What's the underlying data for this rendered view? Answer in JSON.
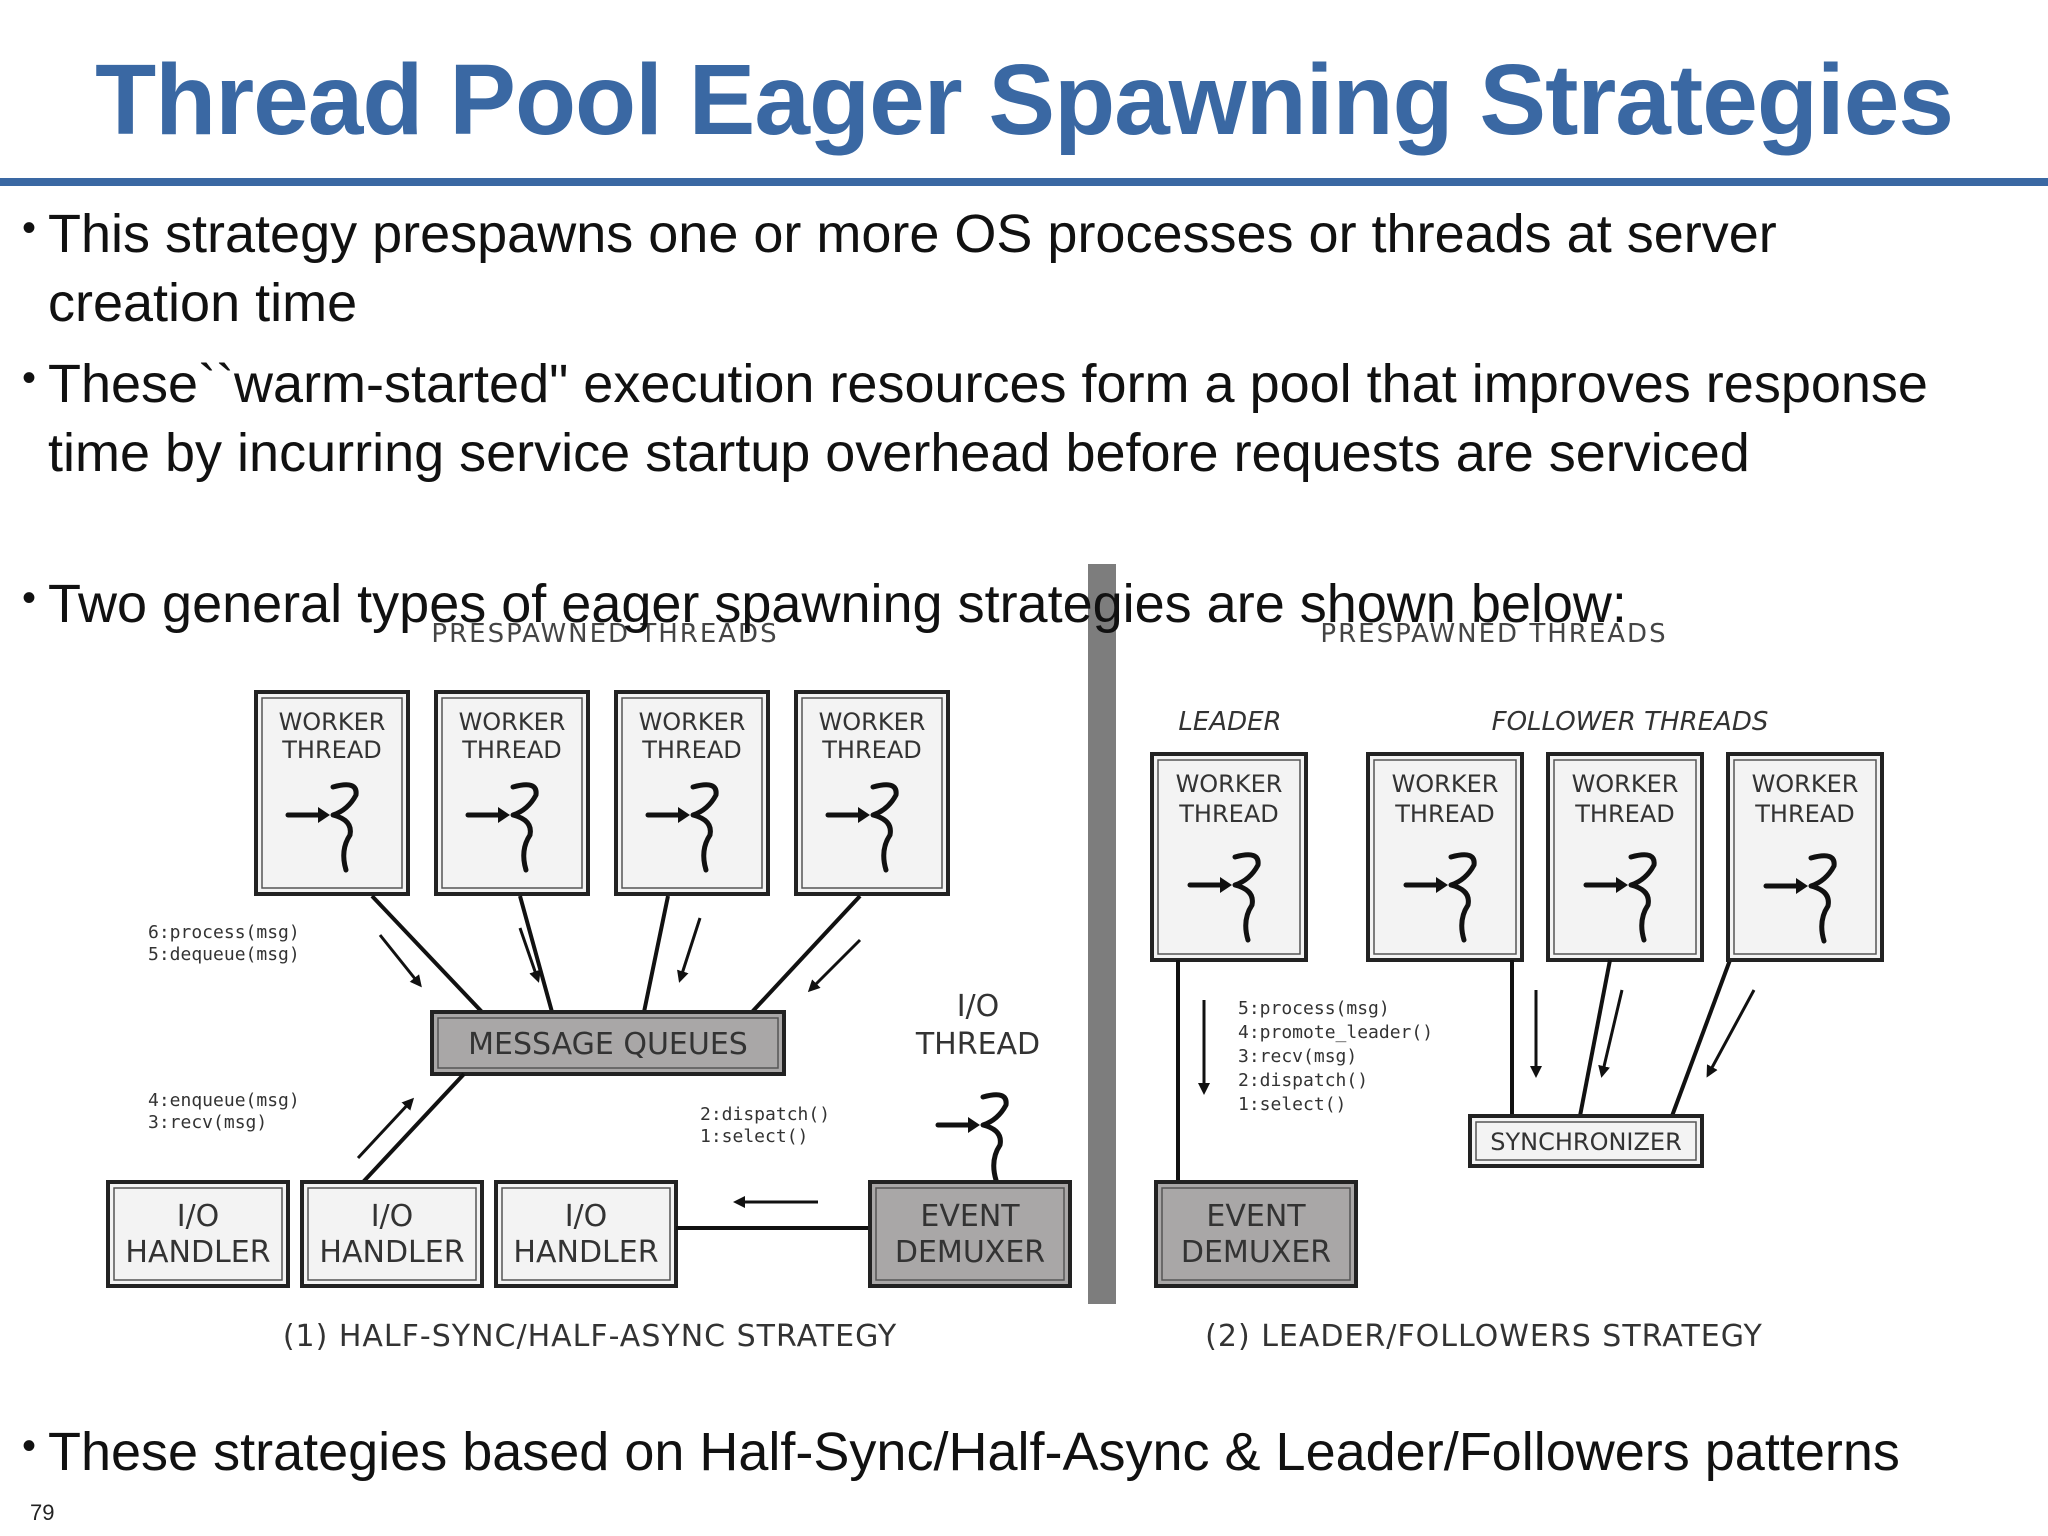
{
  "slide": {
    "title": "Thread Pool Eager Spawning Strategies",
    "page_number": "79"
  },
  "bullets": [
    "This strategy prespawns one or more OS processes or threads at server creation time",
    "These``warm-started\" execution resources form a pool that improves response time by incurring service startup overhead before requests are serviced",
    "Two general types of eager spawning strategies are shown below:",
    "These strategies based on Half-Sync/Half-Async & Leader/Followers patterns"
  ],
  "bullet_symbol": "•",
  "diagram": {
    "left": {
      "heading": "PRESPAWNED THREADS",
      "worker_line1": "WORKER",
      "worker_line2": "THREAD",
      "message_queues": "MESSAGE QUEUES",
      "io_thread_line1": "I/O",
      "io_thread_line2": "THREAD",
      "io_handler_line1": "I/O",
      "io_handler_line2": "HANDLER",
      "event_line1": "EVENT",
      "event_line2": "DEMUXER",
      "ops_top_1": "6:process(msg)",
      "ops_top_2": "5:dequeue(msg)",
      "ops_mid_1": "4:enqueue(msg)",
      "ops_mid_2": "3:recv(msg)",
      "ops_right_1": "2:dispatch()",
      "ops_right_2": "1:select()",
      "caption": "(1) HALF-SYNC/HALF-ASYNC STRATEGY"
    },
    "right": {
      "heading": "PRESPAWNED THREADS",
      "leader_label": "LEADER",
      "followers_label": "FOLLOWER THREADS",
      "worker_line1": "WORKER",
      "worker_line2": "THREAD",
      "ops_1": "5:process(msg)",
      "ops_2": "4:promote_leader()",
      "ops_3": "3:recv(msg)",
      "ops_4": "2:dispatch()",
      "ops_5": "1:select()",
      "synchronizer": "SYNCHRONIZER",
      "event_line1": "EVENT",
      "event_line2": "DEMUXER",
      "caption": "(2) LEADER/FOLLOWERS STRATEGY"
    }
  },
  "colors": {
    "title": "#3a68a3",
    "rule": "#3a68a3",
    "gray_box": "#a9a7a7",
    "divider": "#7d7d7d"
  }
}
